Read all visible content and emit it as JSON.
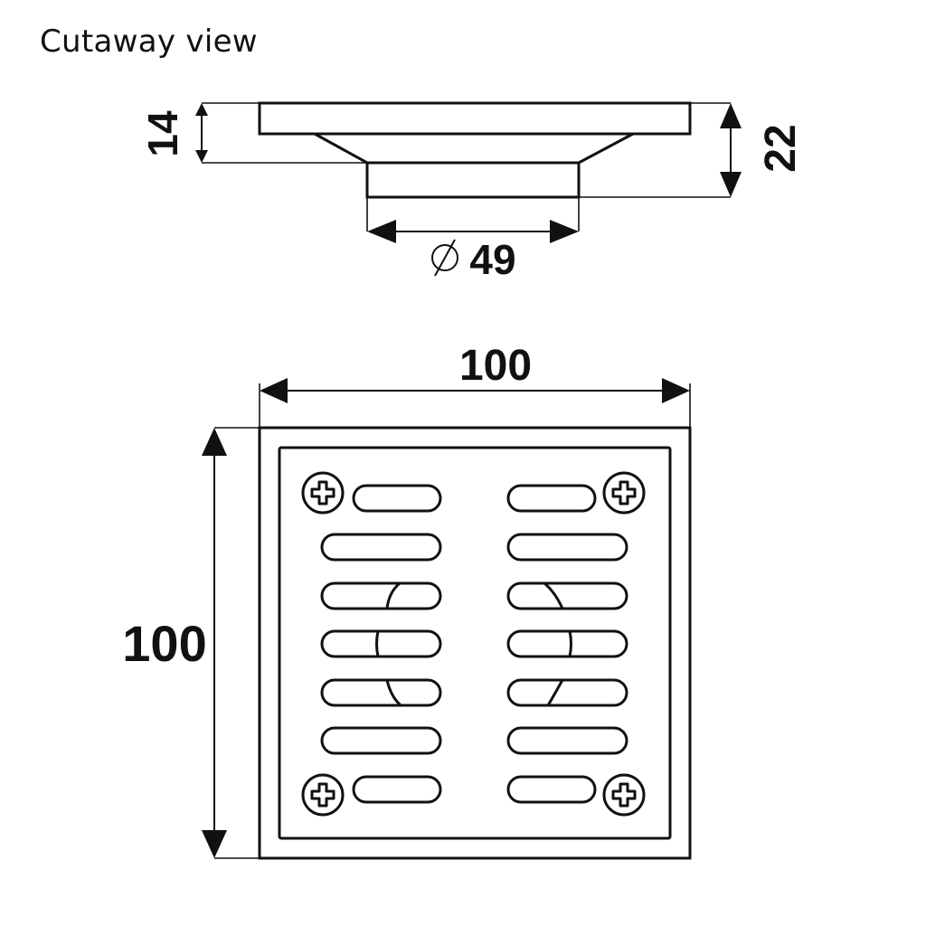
{
  "title": "Cutaway view",
  "dimensions": {
    "flange_height": "14",
    "total_height": "22",
    "outlet_diameter_symbol": "⌀",
    "outlet_diameter": "49",
    "grate_width": "100",
    "grate_height": "100"
  },
  "colors": {
    "line": "#111111",
    "background": "#ffffff"
  },
  "icons": {
    "screw": "cross-screw-icon"
  }
}
